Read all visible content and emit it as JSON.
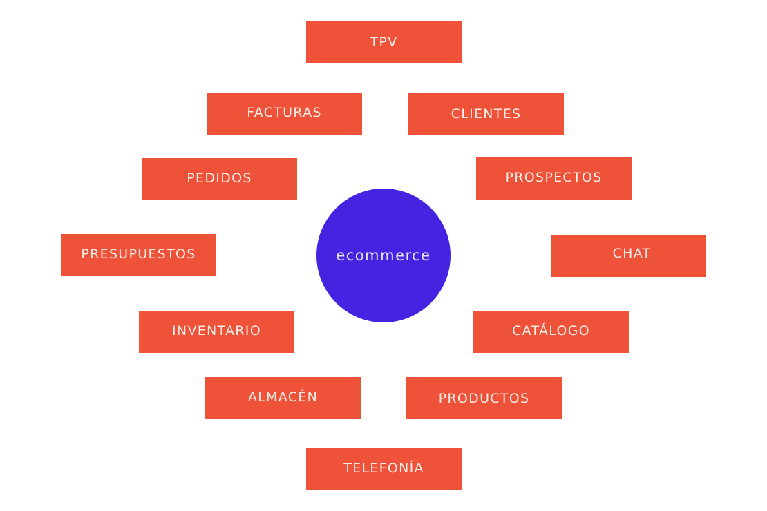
{
  "hub": {
    "label": "ecommerce",
    "color": "#4623E0"
  },
  "box_color": "#EE5238",
  "modules": [
    {
      "label": "TPV"
    },
    {
      "label": "FACTURAS"
    },
    {
      "label": "CLIENTES"
    },
    {
      "label": "PEDIDOS"
    },
    {
      "label": "PROSPECTOS"
    },
    {
      "label": "PRESUPUESTOS"
    },
    {
      "label": "CHAT"
    },
    {
      "label": "INVENTARIO"
    },
    {
      "label": "CATÁLOGO"
    },
    {
      "label": "ALMACÉN"
    },
    {
      "label": "PRODUCTOS"
    },
    {
      "label": "TELEFONÍA"
    }
  ]
}
